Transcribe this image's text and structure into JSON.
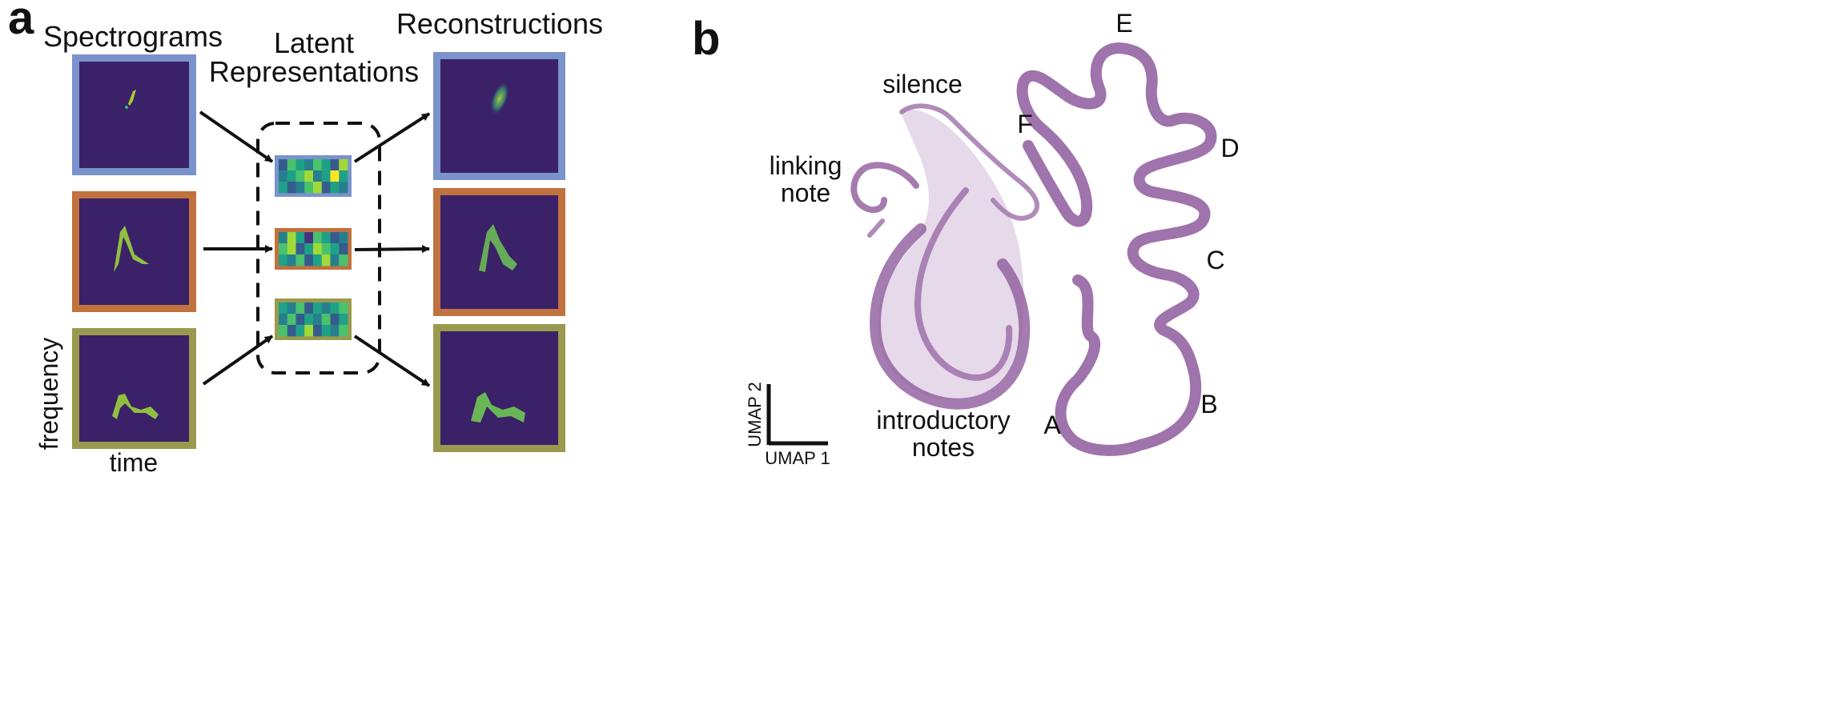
{
  "panel_a": {
    "label": "a",
    "col_spectrograms": "Spectrograms",
    "col_latent_line1": "Latent",
    "col_latent_line2": "Representations",
    "col_reconstructions": "Reconstructions",
    "axis_y": "frequency",
    "axis_x": "time",
    "row_colors": [
      "#7b93cc",
      "#c0723f",
      "#9a9a4e"
    ]
  },
  "panel_b": {
    "label": "b",
    "labels": {
      "silence": "silence",
      "linking1": "linking",
      "linking2": "note",
      "intro1": "introductory",
      "intro2": "notes",
      "A": "A",
      "B": "B",
      "C": "C",
      "D": "D",
      "E": "E",
      "F": "F"
    },
    "axis_x": "UMAP 1",
    "axis_y": "UMAP 2",
    "point_color": "#8e5b9c"
  },
  "colors": {
    "spectrogram_bg": "#3b2168",
    "spectrogram_high": "#b8de29",
    "viridis": [
      "#440154",
      "#46327e",
      "#365c8d",
      "#277f8e",
      "#1fa187",
      "#4ac16d",
      "#a0da39",
      "#fde725"
    ]
  }
}
